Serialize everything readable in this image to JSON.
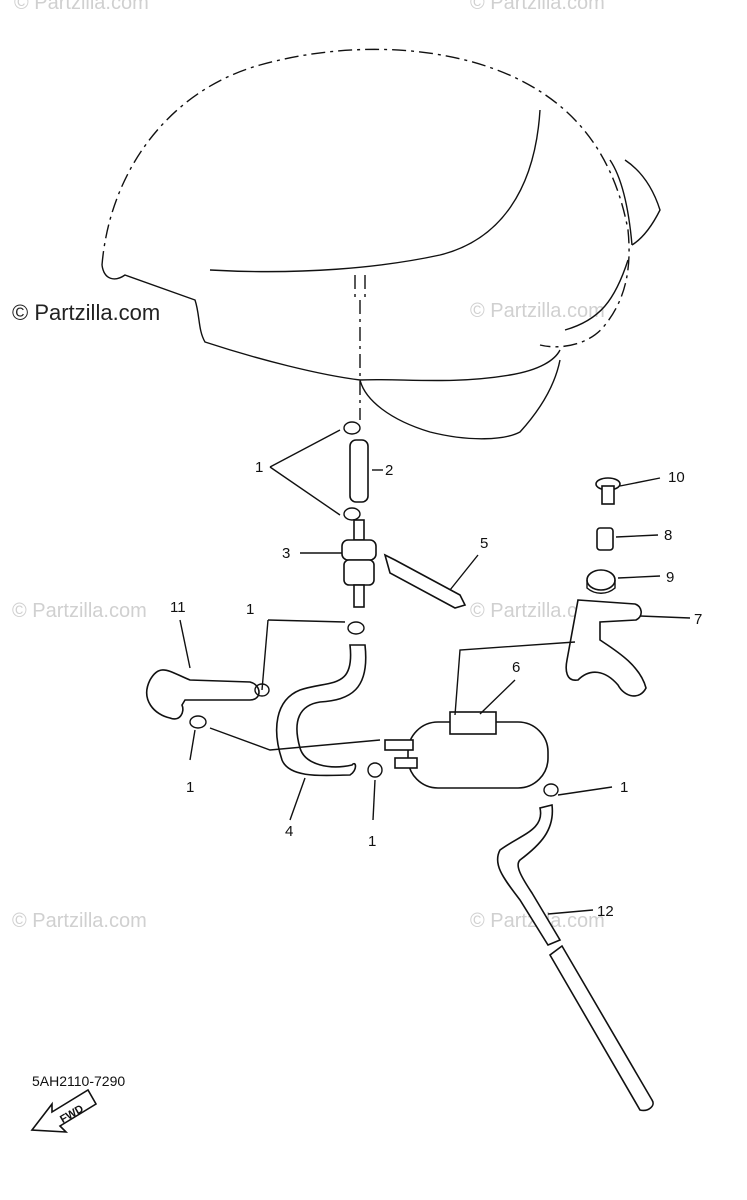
{
  "watermark": {
    "text": "© Partzilla.com"
  },
  "callouts": [
    {
      "id": "c1a",
      "label": "1"
    },
    {
      "id": "c2",
      "label": "2"
    },
    {
      "id": "c3",
      "label": "3"
    },
    {
      "id": "c5",
      "label": "5"
    },
    {
      "id": "c10",
      "label": "10"
    },
    {
      "id": "c8",
      "label": "8"
    },
    {
      "id": "c9",
      "label": "9"
    },
    {
      "id": "c7",
      "label": "7"
    },
    {
      "id": "c11",
      "label": "11"
    },
    {
      "id": "c1b",
      "label": "1"
    },
    {
      "id": "c6",
      "label": "6"
    },
    {
      "id": "c1c",
      "label": "1"
    },
    {
      "id": "c1d",
      "label": "1"
    },
    {
      "id": "c4",
      "label": "4"
    },
    {
      "id": "c1e",
      "label": "1"
    },
    {
      "id": "c12",
      "label": "12"
    }
  ],
  "fwd_label": "FWD",
  "diagram_code": "5AH2110-7290"
}
